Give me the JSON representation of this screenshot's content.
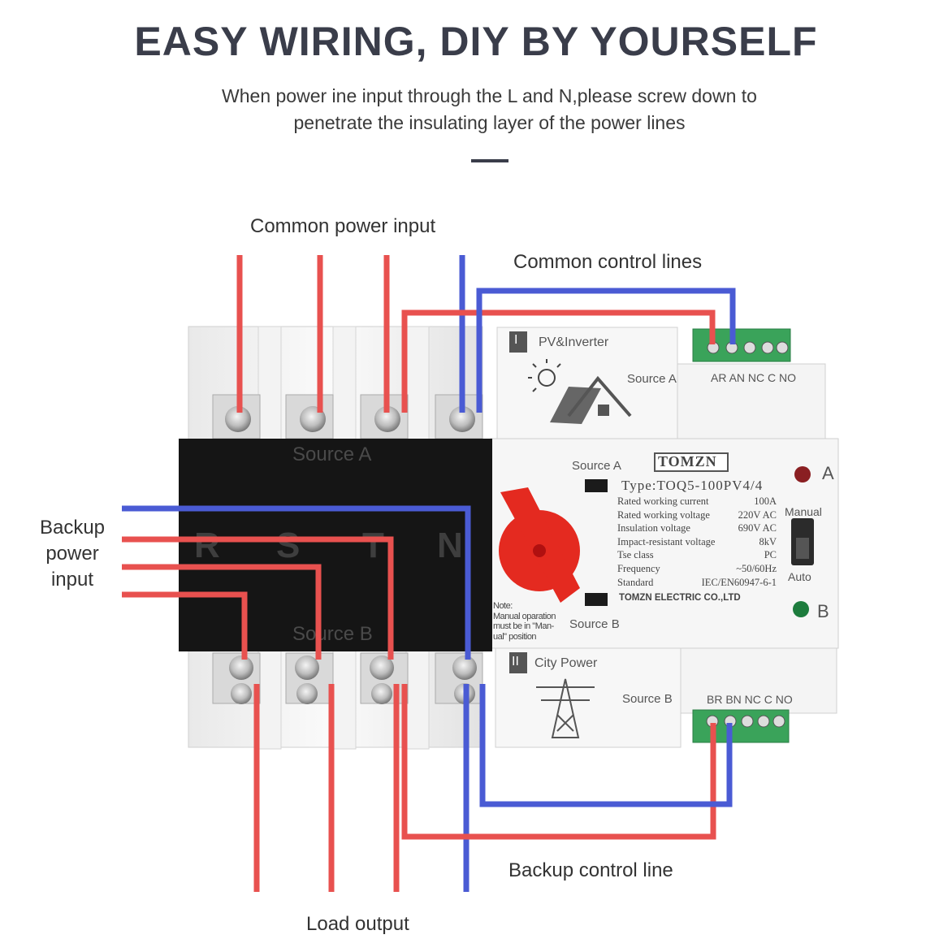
{
  "header": {
    "title": "EASY WIRING, DIY BY YOURSELF",
    "subtitle_line1": "When power ine input through the L and N,please screw down to",
    "subtitle_line2": "penetrate the insulating layer of the power lines"
  },
  "callouts": {
    "common_power_input": "Common power input",
    "common_control_lines": "Common control lines",
    "backup_power_input": [
      "Backup",
      "power",
      "input"
    ],
    "backup_control_line": "Backup control line",
    "load_output": "Load output"
  },
  "device": {
    "brand": "TOMZN",
    "maker": "TOMZN ELECTRIC CO.,LTD",
    "type": "Type:TOQ5-100PV4/4",
    "top_module": {
      "roman": "I",
      "name": "PV&Inverter",
      "source": "Source A",
      "terminals": "AR AN NC C NO"
    },
    "bottom_module": {
      "roman": "II",
      "name": "City Power",
      "source": "Source B",
      "terminals": "BR BN NC C NO"
    },
    "black_body": {
      "source_a": "Source A",
      "source_b": "Source B",
      "phases": [
        "R",
        "S",
        "T",
        "N"
      ]
    },
    "panel": {
      "source_a": "Source A",
      "source_b": "Source B",
      "indicator_a": "A",
      "indicator_b": "B",
      "switch_manual": "Manual",
      "switch_auto": "Auto",
      "note": [
        "Note:",
        "Manual oparation",
        "must be in \"Man-",
        "ual\" position"
      ],
      "specs": [
        {
          "k": "Rated working current",
          "v": "100A"
        },
        {
          "k": "Rated working voltage",
          "v": "220V AC"
        },
        {
          "k": "Insulation voltage",
          "v": "690V AC"
        },
        {
          "k": "Impact-resistant voltage",
          "v": "8kV"
        },
        {
          "k": "Tse class",
          "v": "PC"
        },
        {
          "k": "Frequency",
          "v": "~50/60Hz"
        },
        {
          "k": "Standard",
          "v": "IEC/EN60947-6-1"
        }
      ]
    }
  },
  "colors": {
    "red_wire": "#e8514f",
    "blue_wire": "#4a5bd4",
    "body_black": "#151515",
    "title": "#3a3d4a"
  }
}
